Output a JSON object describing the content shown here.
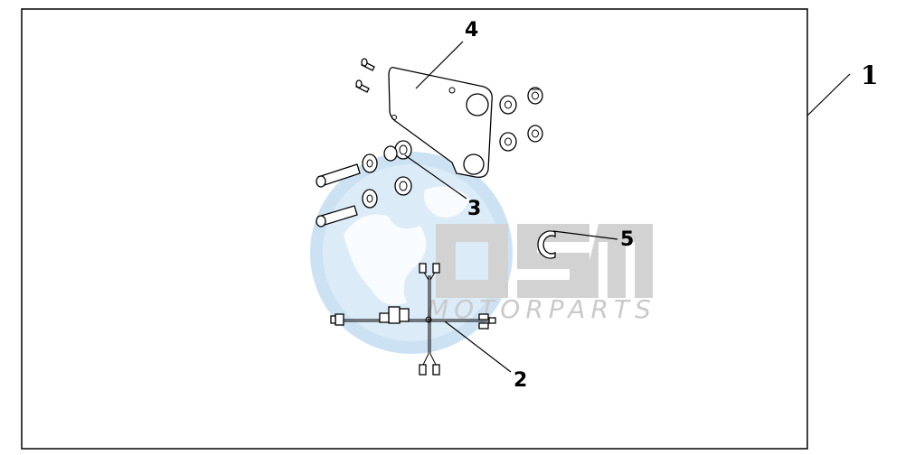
{
  "callouts": {
    "assembly": "1",
    "harness": "2",
    "grommet": "3",
    "bracket": "4",
    "clip": "5"
  },
  "watermark": {
    "brand": "OSM",
    "tagline": "MOTORPARTS"
  },
  "colors": {
    "watermark_blue": "#bcd9ef",
    "watermark_gray": "#c4c4c4",
    "line": "#000000"
  }
}
